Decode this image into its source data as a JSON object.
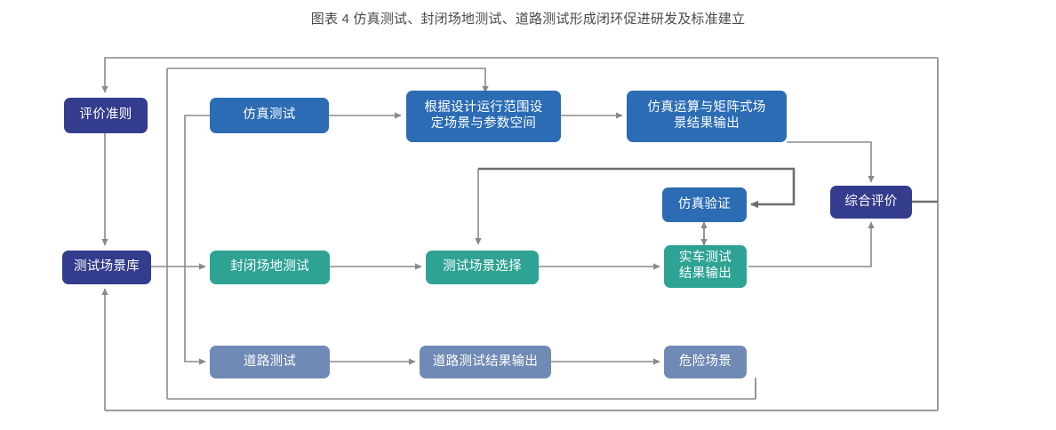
{
  "figure": {
    "title": "图表 4 仿真测试、封闭场地测试、道路测试形成闭环促进研发及标准建立",
    "palette": {
      "navy": "#343c8d",
      "blue": "#2b6cb4",
      "teal": "#2ea394",
      "slate": "#6f8ab4",
      "connector": "#8a8a8a",
      "connector_thick": "#6e6e6e",
      "frame": "#9b9b9b",
      "title_text": "#4a4a4a",
      "node_text": "#ffffff",
      "background": "#ffffff"
    }
  },
  "nodes": {
    "evaluation_criteria": {
      "label": "评价准则",
      "color": "navy"
    },
    "scenario_library": {
      "label": "测试场景库",
      "color": "navy"
    },
    "simulation_test": {
      "label": "仿真测试",
      "color": "blue"
    },
    "closed_field_test": {
      "label": "封闭场地测试",
      "color": "teal"
    },
    "road_test": {
      "label": "道路测试",
      "color": "slate"
    },
    "odd_scenario_space": {
      "line1": "根据设计运行范围设",
      "line2": "定场景与参数空间",
      "color": "blue"
    },
    "scenario_selection": {
      "label": "测试场景选择",
      "color": "teal"
    },
    "road_test_output": {
      "label": "道路测试结果输出",
      "color": "slate"
    },
    "simulation_output": {
      "line1": "仿真运算与矩阵式场",
      "line2": "景结果输出",
      "color": "blue"
    },
    "simulation_verify": {
      "label": "仿真验证",
      "color": "blue"
    },
    "vehicle_test_output": {
      "line1": "实车测试",
      "line2": "结果输出",
      "color": "teal"
    },
    "hazard_scenario": {
      "label": "危险场景",
      "color": "slate"
    },
    "comprehensive_eval": {
      "label": "综合评价",
      "color": "navy"
    }
  },
  "flow_edges": [
    {
      "from": "comprehensive_eval",
      "to": "evaluation_criteria"
    },
    {
      "from": "comprehensive_eval",
      "to": "odd_scenario_space"
    },
    {
      "from": "evaluation_criteria",
      "to": "scenario_library"
    },
    {
      "from": "scenario_library",
      "to": "closed_field_test"
    },
    {
      "from": "simulation_test",
      "to": "road_test"
    },
    {
      "from": "simulation_test",
      "to": "odd_scenario_space"
    },
    {
      "from": "odd_scenario_space",
      "to": "simulation_output"
    },
    {
      "from": "odd_scenario_space",
      "to": "scenario_selection"
    },
    {
      "from": "closed_field_test",
      "to": "scenario_selection"
    },
    {
      "from": "scenario_selection",
      "to": "vehicle_test_output"
    },
    {
      "from": "vehicle_test_output",
      "to": "simulation_verify"
    },
    {
      "from": "simulation_verify",
      "to": "vehicle_test_output"
    },
    {
      "from": "simulation_output",
      "to": "simulation_verify"
    },
    {
      "from": "simulation_output",
      "to": "comprehensive_eval"
    },
    {
      "from": "vehicle_test_output",
      "to": "comprehensive_eval"
    },
    {
      "from": "road_test",
      "to": "road_test_output"
    },
    {
      "from": "road_test_output",
      "to": "hazard_scenario"
    },
    {
      "from": "hazard_scenario",
      "to": "scenario_library"
    }
  ]
}
